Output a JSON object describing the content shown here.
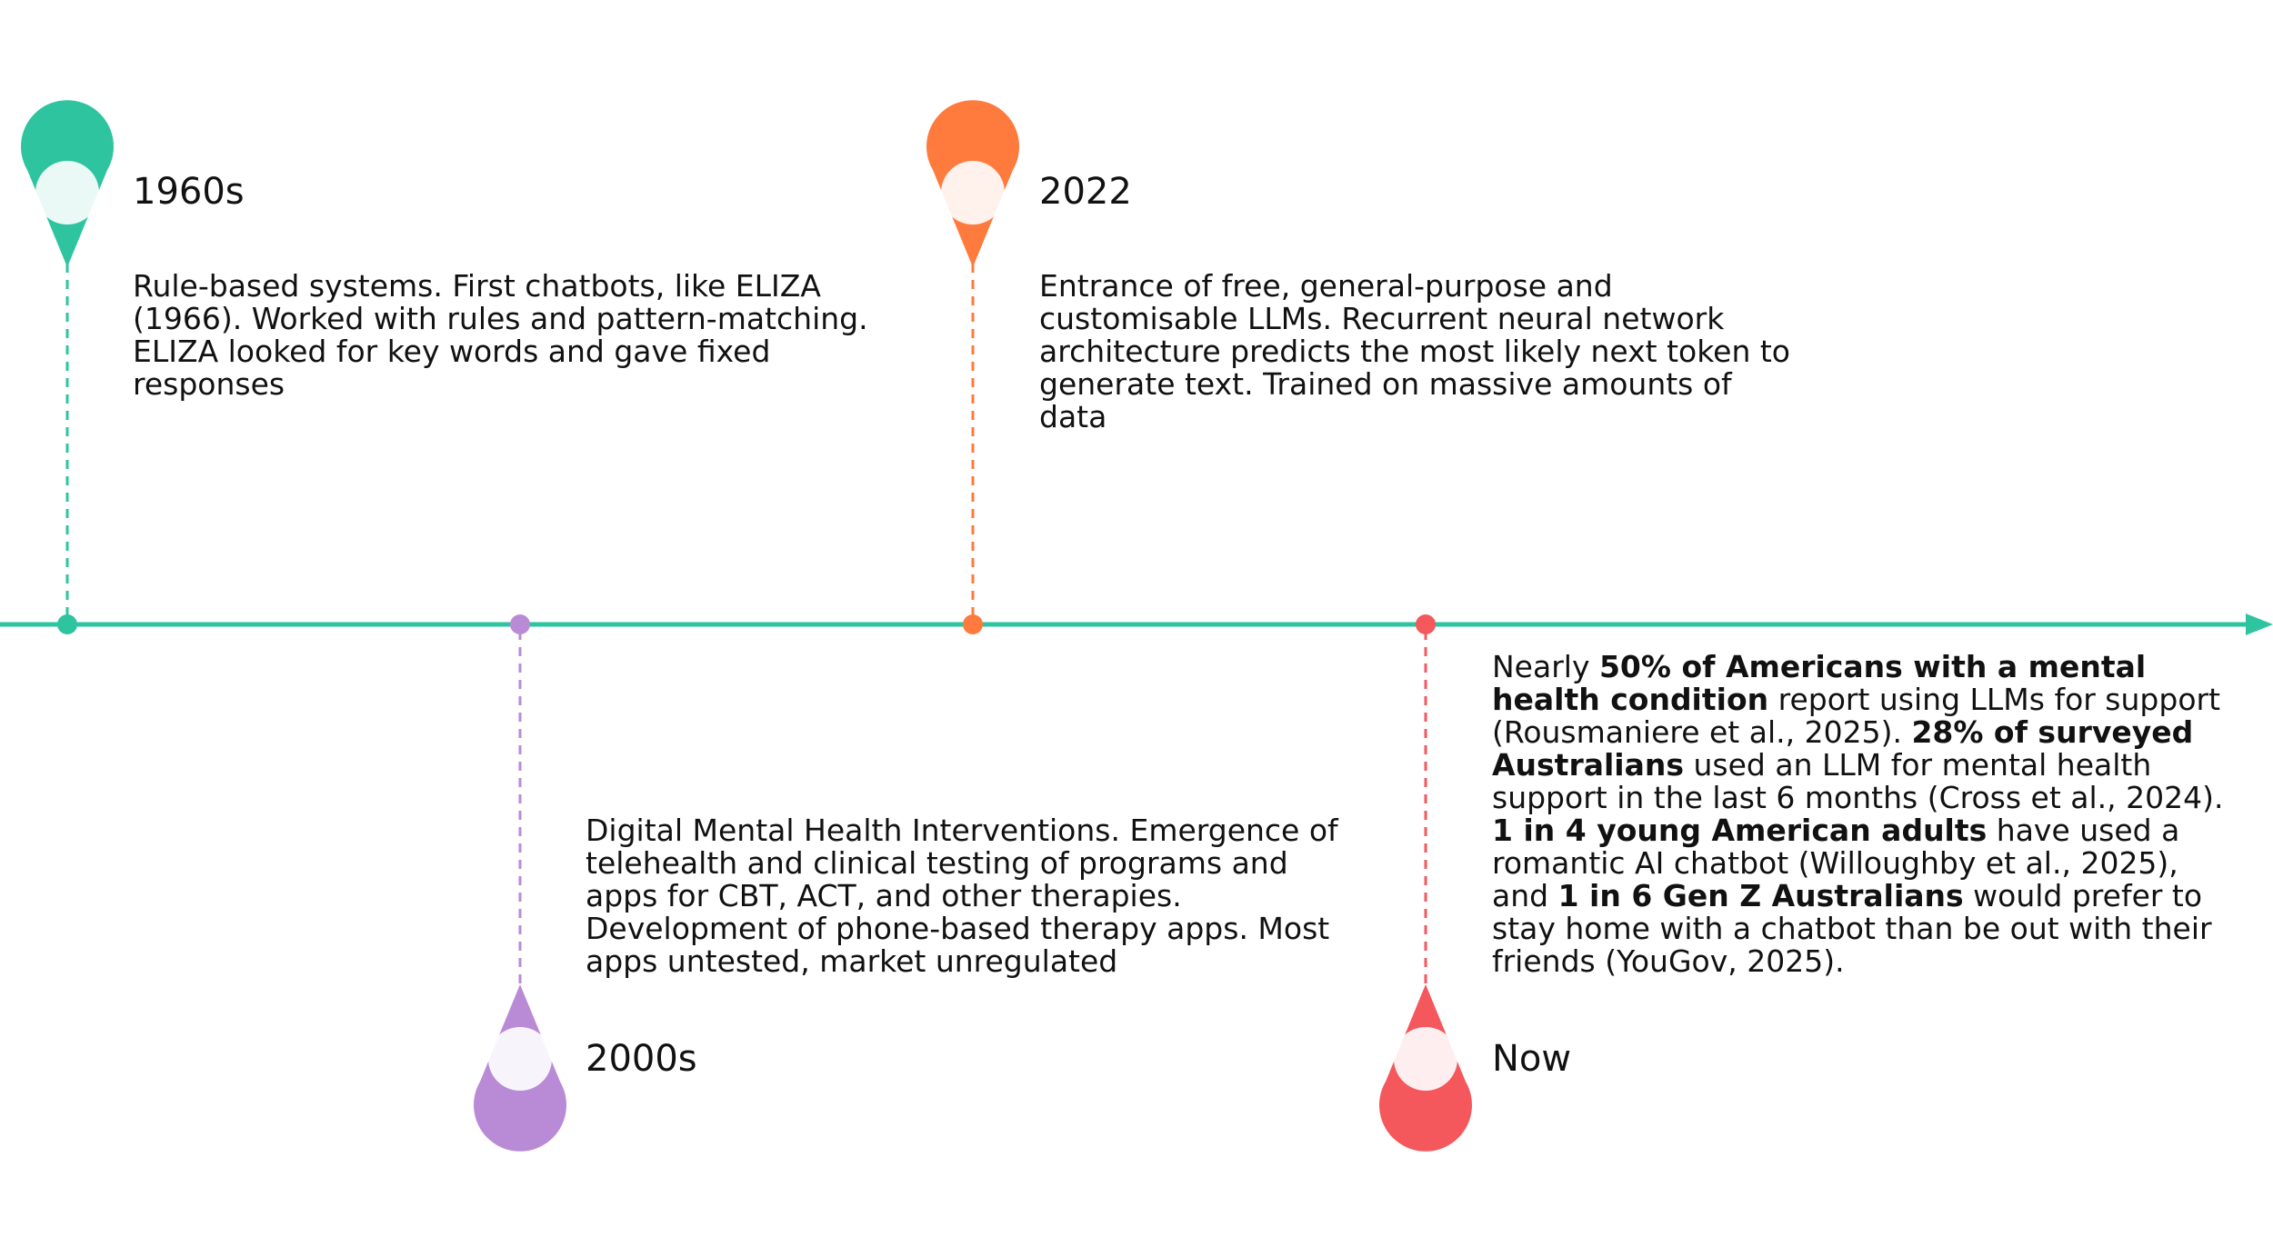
{
  "colors": {
    "axis": "#2ec4a0",
    "1960s": "#2ec4a0",
    "2000s": "#b98bd6",
    "2022": "#ff7a3d",
    "now": "#f4575c",
    "text": "#111111"
  },
  "icons": {
    "pin": "map-pin-icon",
    "arrow": "arrow-right-icon"
  },
  "timeline": {
    "events": [
      {
        "key": "1960s",
        "year": "1960s",
        "text": "Rule-based systems. First chatbots, like ELIZA (1966). Worked with rules and pattern-matching. ELIZA looked for key words and gave fixed responses"
      },
      {
        "key": "2000s",
        "year": "2000s",
        "text": "Digital Mental Health Interventions. Emergence of telehealth and clinical testing of programs and apps for CBT, ACT, and other therapies. Development of phone-based therapy apps. Most apps untested, market unregulated"
      },
      {
        "key": "2022",
        "year": "2022",
        "text": "Entrance of free, general-purpose and customisable LLMs. Recurrent neural network architecture predicts the most likely next token to generate text. Trained on massive amounts of data"
      },
      {
        "key": "now",
        "year": "Now",
        "runs": [
          {
            "text": "Nearly ",
            "bold": false
          },
          {
            "text": "50% of Americans with a mental health condition",
            "bold": true
          },
          {
            "text": " report using LLMs for support (Rousmaniere et al., 2025). ",
            "bold": false
          },
          {
            "text": "28% of surveyed Australians",
            "bold": true
          },
          {
            "text": " used an LLM for mental health support in the last 6 months (Cross et al., 2024). ",
            "bold": false
          },
          {
            "text": "1 in 4 young American adults",
            "bold": true
          },
          {
            "text": " have used a romantic AI chatbot (Willoughby et al., 2025), and ",
            "bold": false
          },
          {
            "text": "1 in 6 Gen Z Australians",
            "bold": true
          },
          {
            "text": " would prefer to stay home with a chatbot than be out with their friends (YouGov, 2025).",
            "bold": false
          }
        ]
      }
    ]
  }
}
